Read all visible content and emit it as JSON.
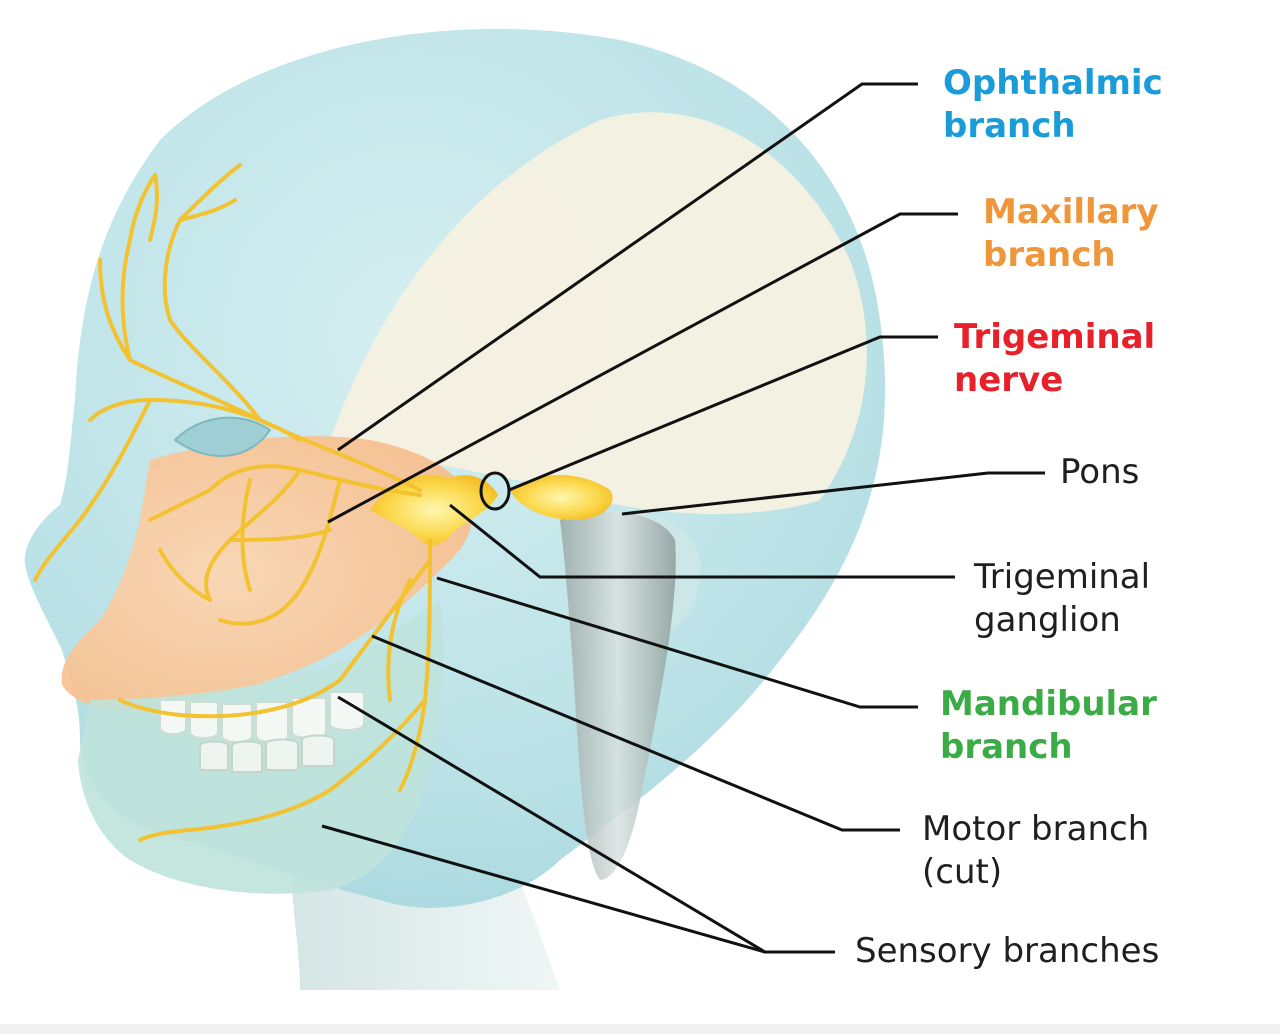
{
  "labels": {
    "ophthalmic": {
      "line1": "Ophthalmic",
      "line2": "branch",
      "color": "#1a9cd8"
    },
    "maxillary": {
      "line1": "Maxillary",
      "line2": "branch",
      "color": "#f0963a"
    },
    "trigeminal_nerve": {
      "line1": "Trigeminal",
      "line2": "nerve",
      "color": "#e8202a"
    },
    "pons": {
      "line1": "Pons"
    },
    "trigeminal_ganglion": {
      "line1": "Trigeminal",
      "line2": "ganglion"
    },
    "mandibular": {
      "line1": "Mandibular",
      "line2": "branch",
      "color": "#3aab45"
    },
    "motor_branch": {
      "line1": "Motor branch",
      "line2": "(cut)"
    },
    "sensory_branches": {
      "line1": "Sensory branches"
    }
  },
  "colors": {
    "head_skin": "#b9e2e6",
    "maxillary_region": "#f8c59a",
    "mandible_region": "#bfe3dc",
    "brain_region": "#f3eedd",
    "nerve": "#f2c230",
    "ganglion": "#fbd84a",
    "leader_line": "#111111"
  }
}
